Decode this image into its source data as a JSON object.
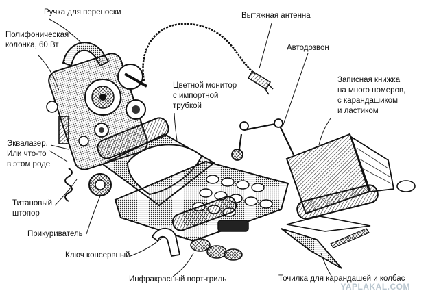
{
  "labels": {
    "handle": "Ручка для переноски",
    "speaker": "Полифоническая\nколонка, 60 Вт",
    "equalizer": "Эквалазер.\nИли что-то\nв этом роде",
    "corkscrew": "Титановый\nштопор",
    "lighter": "Прикуриватель",
    "can_opener": "Ключ консервный",
    "ir_port": "Инфракрасный порт-гриль",
    "antenna": "Вытяжная антенна",
    "monitor": "Цветной монитор\nс импортной\nтрубкой",
    "autodial": "Автодозвон",
    "notebook": "Записная книжка\nна много номеров,\nс карандашиком\nи ластиком",
    "sharpener": "Точилка для карандашей и колбас"
  },
  "watermark": "YAPLAKAL.COM",
  "colors": {
    "ink": "#111111",
    "paper": "#ffffff",
    "watermark": "#b9c6cf"
  }
}
